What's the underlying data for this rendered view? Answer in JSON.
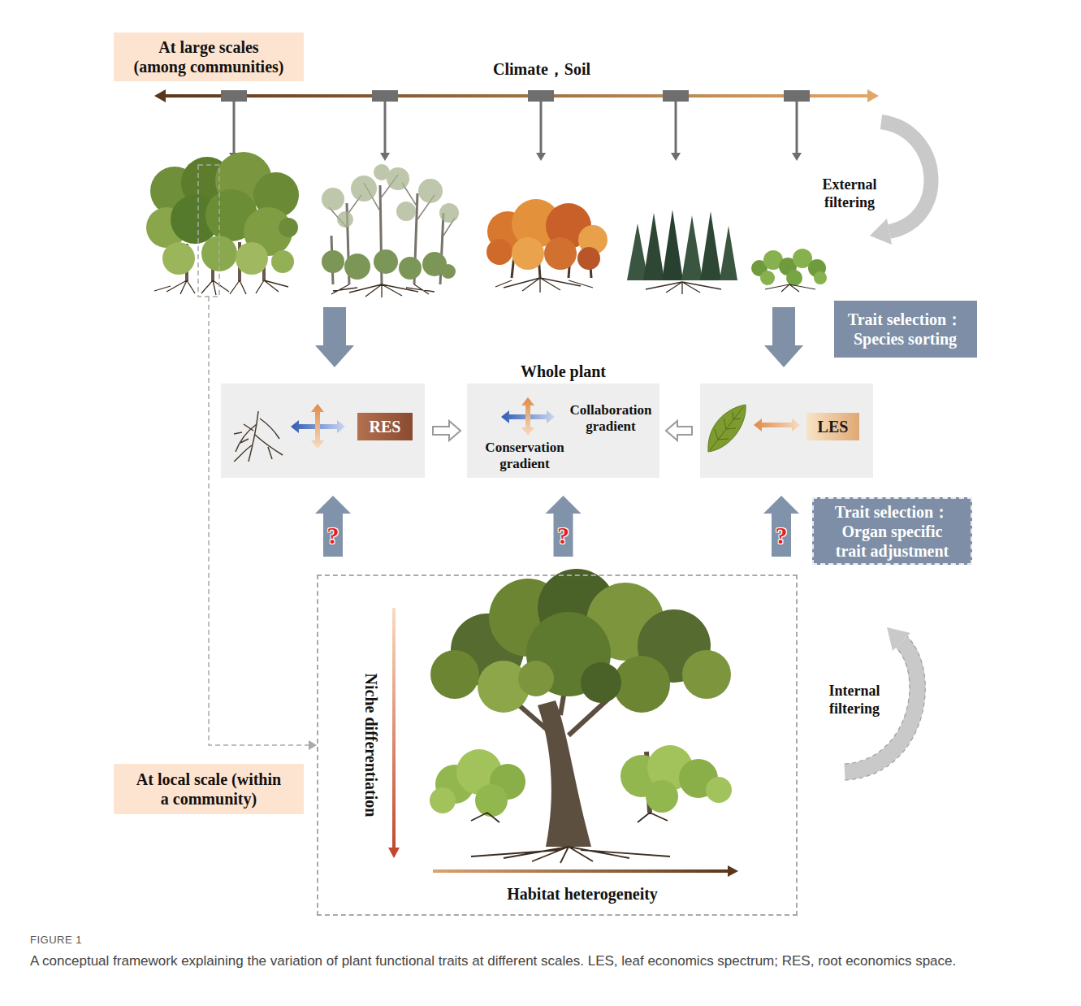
{
  "diagram": {
    "caption": "A conceptual framework explaining the variation of plant functional traits at different scales. LES, leaf economics spectrum; RES, root economics space.",
    "nodes": [
      {
        "text": [
          "At large scales (among communities)"
        ]
      },
      {
        "text": [
          "Trait selection：Species sorting"
        ]
      },
      {
        "text": []
      },
      {
        "text": [
          "RES"
        ],
        "in": 2
      },
      {
        "text": [
          "Whole plant",
          "Collaboration gradient",
          "Conservation gradient"
        ]
      },
      {
        "text": []
      },
      {
        "text": [
          "LES"
        ],
        "in": 5
      },
      {
        "text": [
          "Trait selection：Organ specific trait adjustment"
        ]
      },
      {
        "text": [
          "Niche differentiation",
          "Habitat heterogeneity"
        ]
      },
      {
        "text": [
          "At local scale (within a community)"
        ]
      }
    ],
    "edges": [
      {
        "from": 2,
        "to": 4,
        "arrow": "to"
      },
      {
        "from": 5,
        "to": 4,
        "arrow": "to"
      },
      {
        "from": 8,
        "to": 2,
        "arrow": "to",
        "label": "?"
      },
      {
        "from": 8,
        "to": 4,
        "arrow": "to",
        "label": "?"
      },
      {
        "from": 8,
        "to": 5,
        "arrow": "to",
        "label": "?"
      }
    ],
    "labels": [
      "Climate，Soil",
      "External filtering",
      "Internal filtering",
      "FIGURE 1"
    ]
  }
}
